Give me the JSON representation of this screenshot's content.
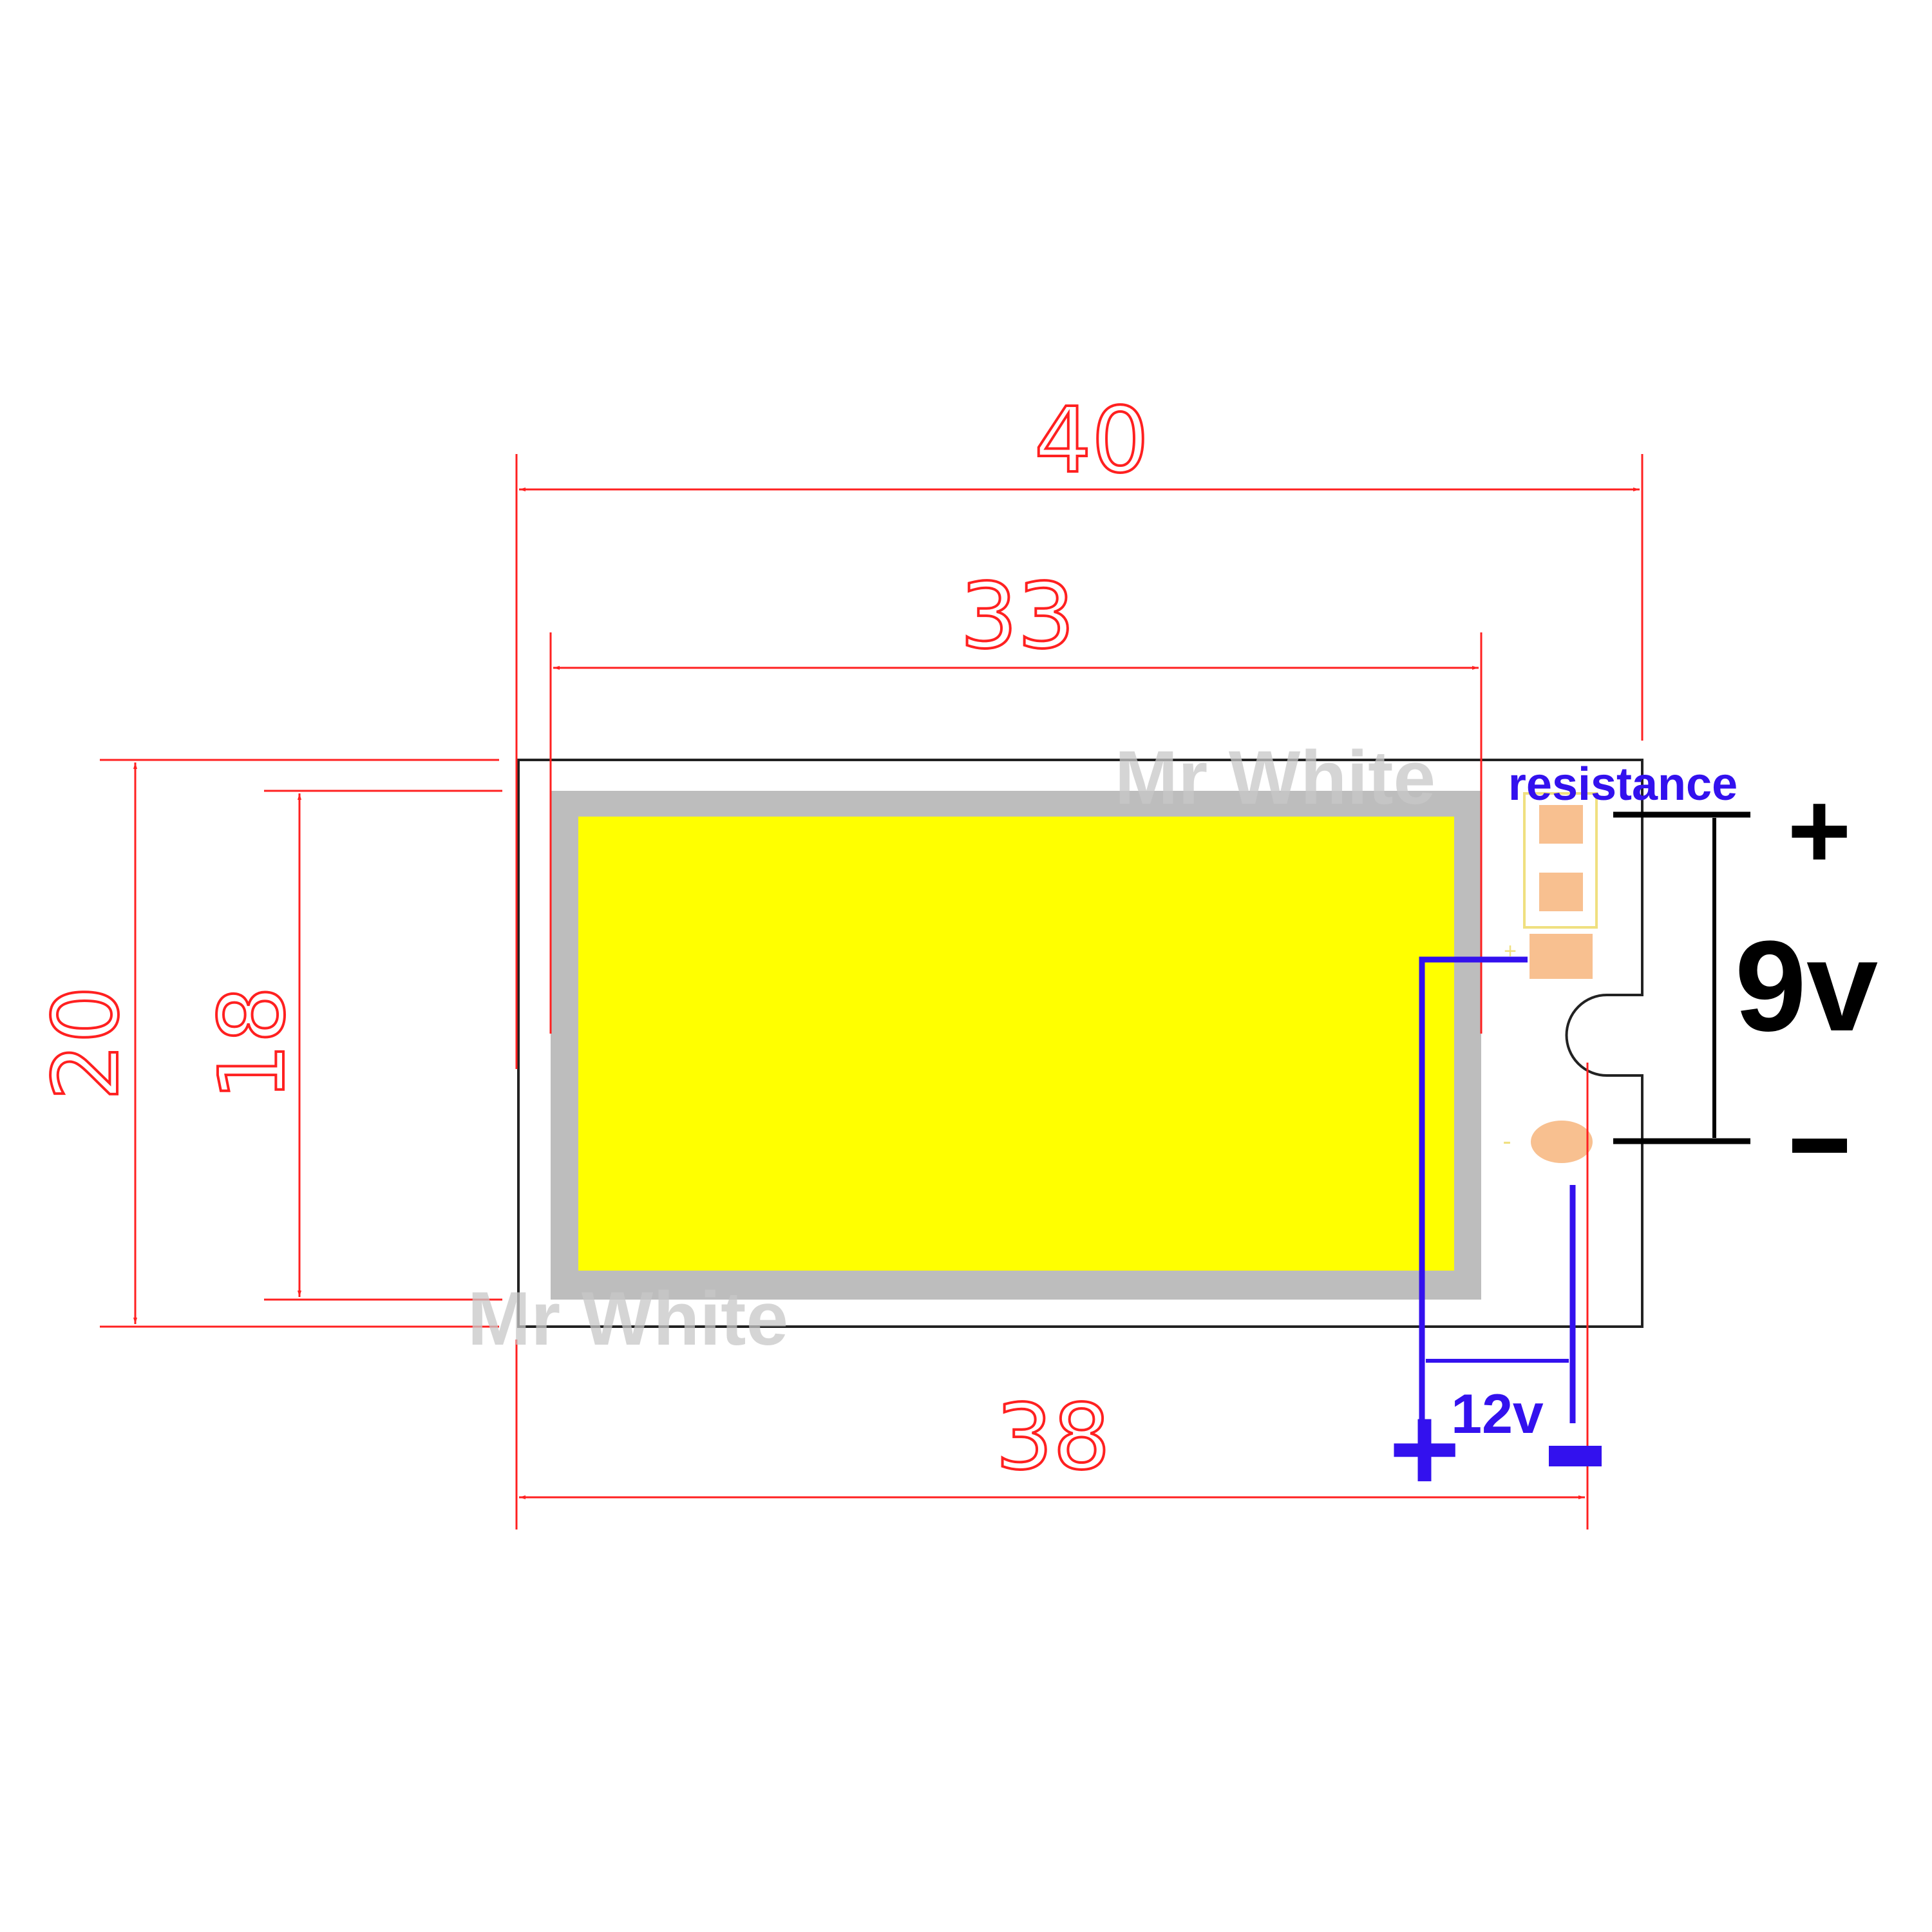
{
  "dimensions": {
    "overall_width": "40",
    "inner_width": "33",
    "overall_height": "20",
    "inner_height": "18",
    "pad_span": "38"
  },
  "labels": {
    "resistance": "resistance",
    "voltage_high": "9v",
    "plus_right": "+",
    "minus_right": "-",
    "voltage_low": "12v",
    "plus_bottom": "+",
    "minus_bottom": "-",
    "pad_plus_mark": "+",
    "pad_minus_mark": "-"
  },
  "watermark": {
    "top": "Mr White",
    "bottom": "Mr White"
  },
  "colors": {
    "dimension": "#ff2020",
    "led_emitter": "#ffff00",
    "led_frame": "#bdbdbd",
    "pad": "#f8c090",
    "annotation_blue": "#3311ee",
    "annotation_black": "#000000"
  }
}
